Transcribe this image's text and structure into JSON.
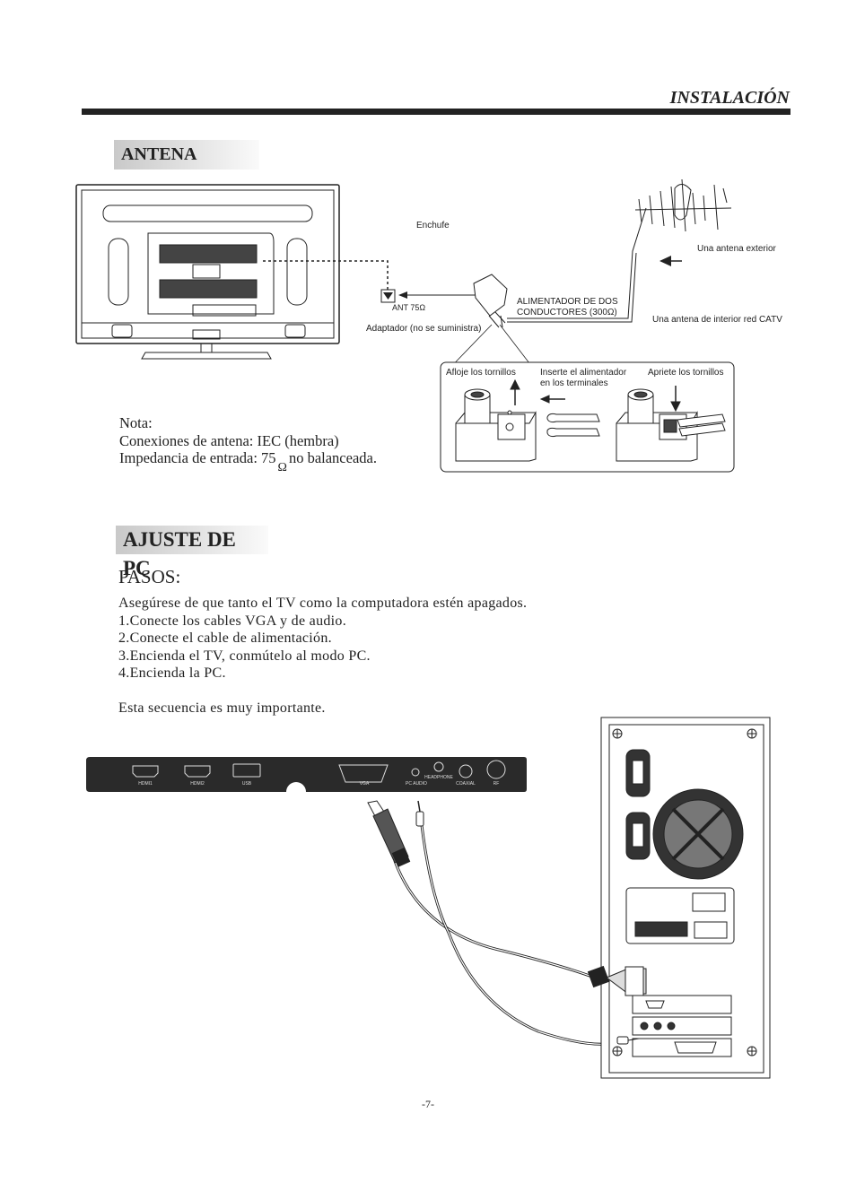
{
  "header": {
    "title": "INSTALACIÓN"
  },
  "antena": {
    "section_title": "ANTENA",
    "labels": {
      "enchufe": "Enchufe",
      "exterior": "Una antena exterior",
      "alimentador_line1": "ALIMENTADOR DE DOS",
      "alimentador_line2": "CONDUCTORES (300Ω)",
      "interior": "Una antena de interior red CATV",
      "ant": "ANT 75Ω",
      "adaptador": "Adaptador (no se suministra)",
      "afloje": "Afloje los tornillos",
      "inserte_line1": "Inserte el alimentador",
      "inserte_line2": "en los terminales",
      "apriete": "Apriete los tornillos"
    },
    "note": {
      "title": "Nota:",
      "line1": "Conexiones de antena: IEC (hembra)",
      "line2_pre": "Impedancia de entrada: 75",
      "line2_omega": "Ω",
      "line2_post": "no balanceada."
    }
  },
  "pc": {
    "section_title": "AJUSTE DE PC",
    "steps_title": "PASOS:",
    "steps": [
      "Asegúrese de que tanto el TV como la computadora estén apagados.",
      "1.Conecte los cables VGA y de audio.",
      "2.Conecte el cable de alimentación.",
      "3.Encienda el TV, conmútelo al modo PC.",
      "4.Encienda la PC."
    ],
    "important": "Esta secuencia es muy importante.",
    "ports": {
      "hdmi1": "HDMI1",
      "hdmi2": "HDMI2",
      "usb": "USB",
      "vga": "VGA",
      "pc_audio": "PC AUDIO",
      "headphone": "HEADPHONE",
      "coaxial": "COAXIAL",
      "rf": "RF"
    }
  },
  "footer": {
    "page_number": "-7-"
  }
}
